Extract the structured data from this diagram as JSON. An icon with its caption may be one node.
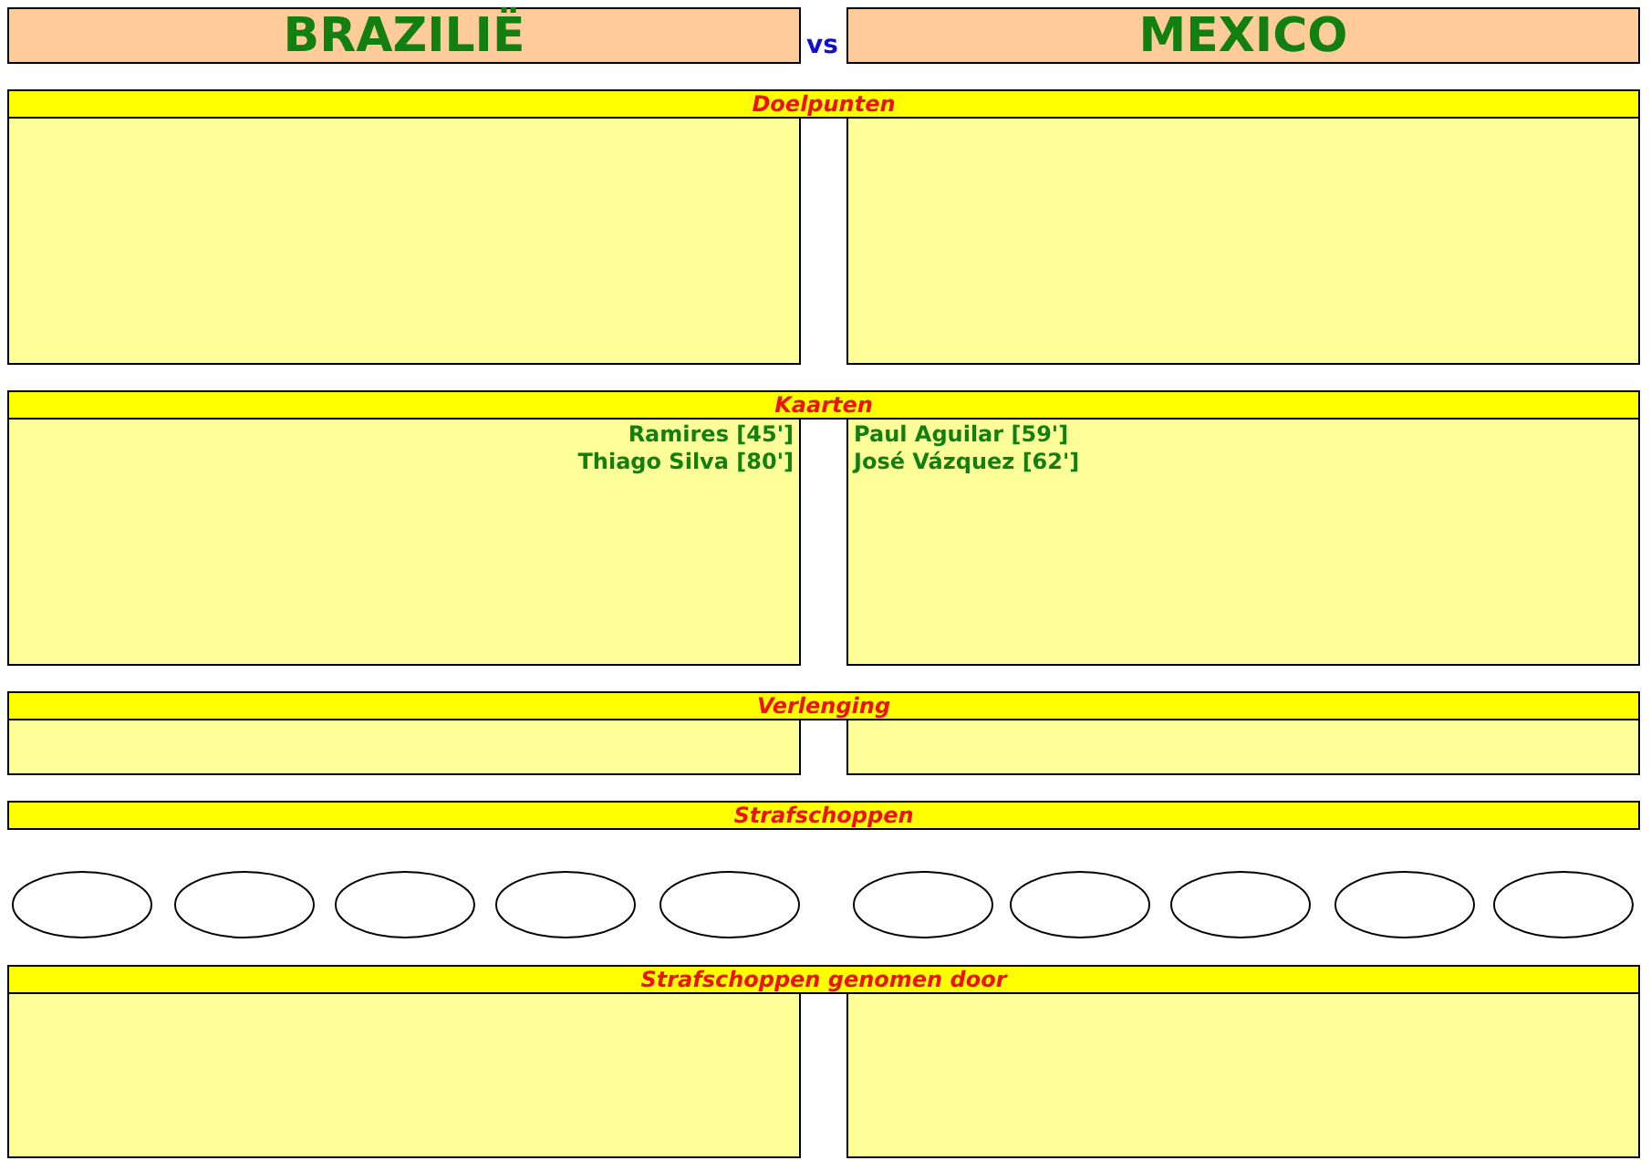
{
  "diagram": {
    "nodes": [
      {
        "text": [
          "BRAZILIË"
        ]
      },
      {
        "text": [
          "MEXICO"
        ]
      },
      {
        "text": [
          "Doelpunten"
        ]
      },
      {
        "text": [],
        "shape": "box"
      },
      {
        "text": [],
        "shape": "box"
      },
      {
        "text": [
          "Kaarten"
        ]
      },
      {
        "text": [
          "Ramires [45']",
          "Thiago Silva [80']"
        ]
      },
      {
        "text": [
          "Paul Aguilar [59']",
          "José Vázquez [62']"
        ]
      },
      {
        "text": [
          "Verlenging"
        ]
      },
      {
        "text": [],
        "shape": "box"
      },
      {
        "text": [],
        "shape": "box"
      },
      {
        "text": [
          "Strafschoppen"
        ]
      },
      {
        "text": [],
        "shape": "ellipse"
      },
      {
        "text": [],
        "shape": "ellipse"
      },
      {
        "text": [],
        "shape": "ellipse"
      },
      {
        "text": [],
        "shape": "ellipse"
      },
      {
        "text": [],
        "shape": "ellipse"
      },
      {
        "text": [],
        "shape": "ellipse"
      },
      {
        "text": [],
        "shape": "ellipse"
      },
      {
        "text": [],
        "shape": "ellipse"
      },
      {
        "text": [],
        "shape": "ellipse"
      },
      {
        "text": [],
        "shape": "ellipse"
      },
      {
        "text": [
          "Strafschoppen genomen door"
        ]
      },
      {
        "text": [],
        "shape": "box"
      },
      {
        "text": [],
        "shape": "box"
      }
    ],
    "labels": [
      "vs"
    ]
  }
}
